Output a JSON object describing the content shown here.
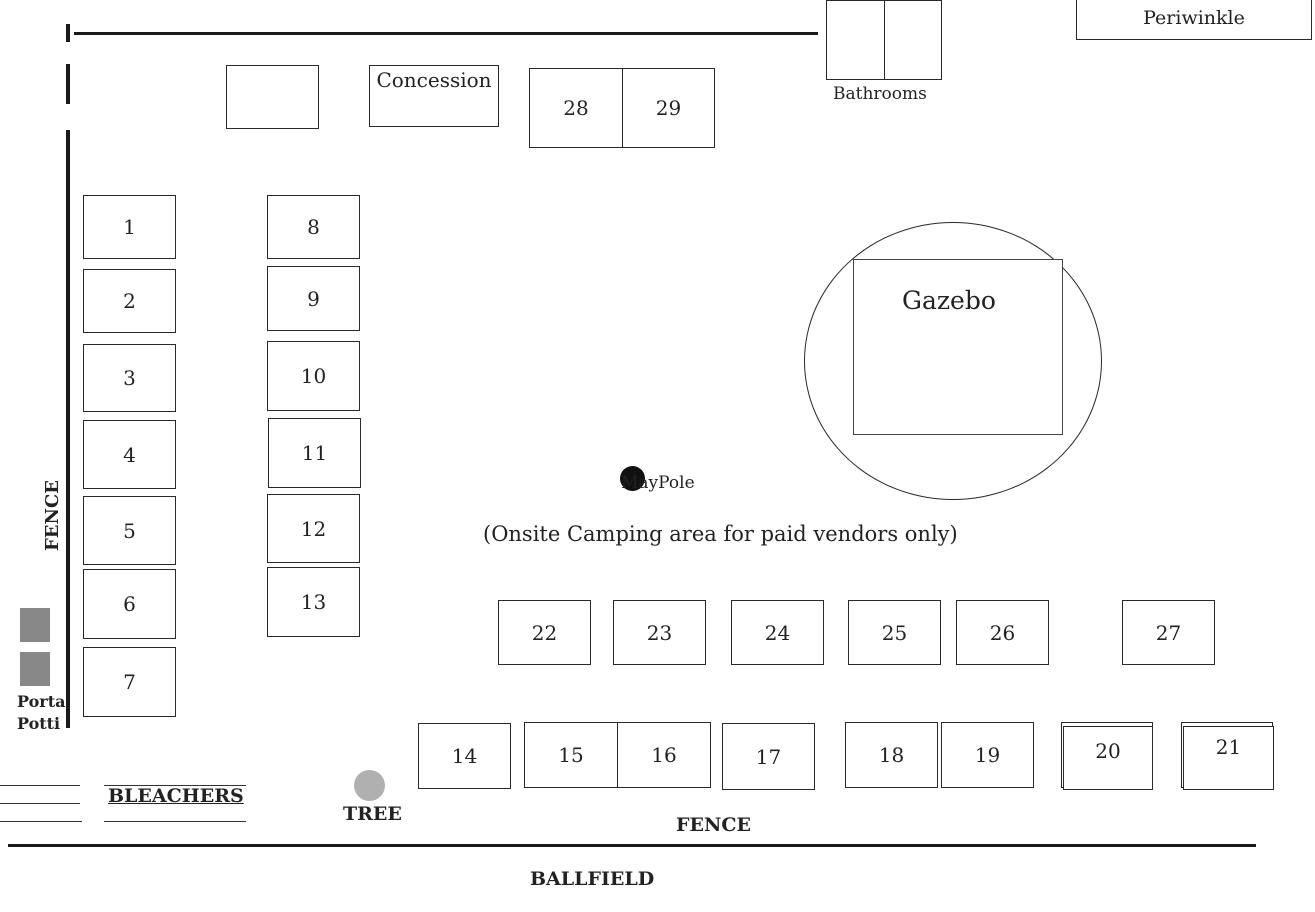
{
  "labels": {
    "periwinkle": "Periwinkle",
    "concession": "Concession",
    "bathrooms": "Bathrooms",
    "gazebo": "Gazebo",
    "maypole": "MayPole",
    "camping": "(Onsite Camping area for paid vendors only)",
    "fence_left": "FENCE",
    "fence_bottom": "FENCE",
    "porta_line1": "Porta",
    "porta_line2": "Potti",
    "bleachers": "BLEACHERS",
    "tree": "TREE",
    "ballfield": "BALLFIELD"
  },
  "booths": {
    "b1": "1",
    "b2": "2",
    "b3": "3",
    "b4": "4",
    "b5": "5",
    "b6": "6",
    "b7": "7",
    "b8": "8",
    "b9": "9",
    "b10": "10",
    "b11": "11",
    "b12": "12",
    "b13": "13",
    "b14": "14",
    "b15": "15",
    "b16": "16",
    "b17": "17",
    "b18": "18",
    "b19": "19",
    "b20": "20",
    "b21": "21",
    "b22": "22",
    "b23": "23",
    "b24": "24",
    "b25": "25",
    "b26": "26",
    "b27": "27",
    "b28": "28",
    "b29": "29"
  },
  "colors": {
    "line": "#1a1a1a",
    "porta_potti": "#888888",
    "tree": "#b0b0b0",
    "maypole": "#111111"
  }
}
